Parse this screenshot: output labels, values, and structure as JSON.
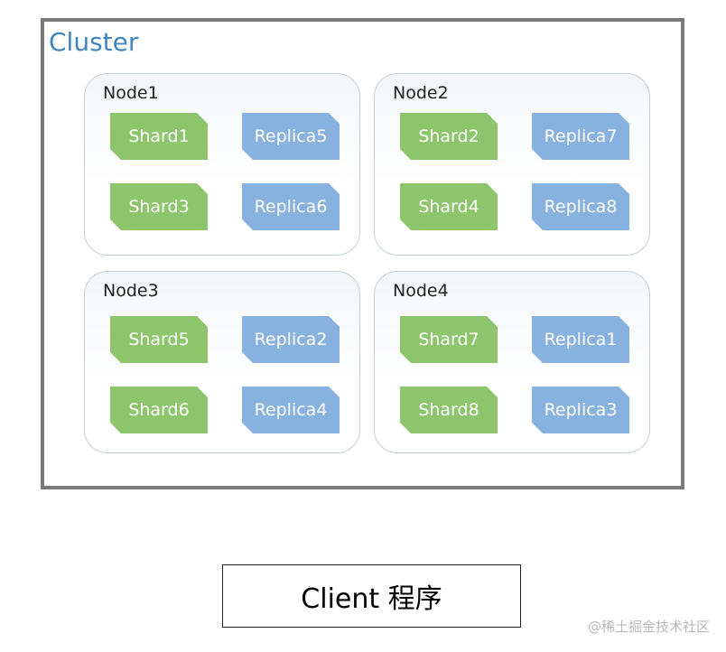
{
  "cluster": {
    "title": "Cluster",
    "nodes": [
      {
        "title": "Node1",
        "shards": [
          {
            "label": "Shard1",
            "kind": "primary"
          },
          {
            "label": "Replica5",
            "kind": "replica"
          },
          {
            "label": "Shard3",
            "kind": "primary"
          },
          {
            "label": "Replica6",
            "kind": "replica"
          }
        ]
      },
      {
        "title": "Node2",
        "shards": [
          {
            "label": "Shard2",
            "kind": "primary"
          },
          {
            "label": "Replica7",
            "kind": "replica"
          },
          {
            "label": "Shard4",
            "kind": "primary"
          },
          {
            "label": "Replica8",
            "kind": "replica"
          }
        ]
      },
      {
        "title": "Node3",
        "shards": [
          {
            "label": "Shard5",
            "kind": "primary"
          },
          {
            "label": "Replica2",
            "kind": "replica"
          },
          {
            "label": "Shard6",
            "kind": "primary"
          },
          {
            "label": "Replica4",
            "kind": "replica"
          }
        ]
      },
      {
        "title": "Node4",
        "shards": [
          {
            "label": "Shard7",
            "kind": "primary"
          },
          {
            "label": "Replica1",
            "kind": "replica"
          },
          {
            "label": "Shard8",
            "kind": "primary"
          },
          {
            "label": "Replica3",
            "kind": "replica"
          }
        ]
      }
    ]
  },
  "client": {
    "label": "Client 程序"
  },
  "watermark": "@稀土掘金技术社区",
  "colors": {
    "cluster_title": "#3f86c0",
    "primary_shard": "#8cc56b",
    "replica_shard": "#87b1de",
    "cluster_border": "#7a7a7a"
  }
}
